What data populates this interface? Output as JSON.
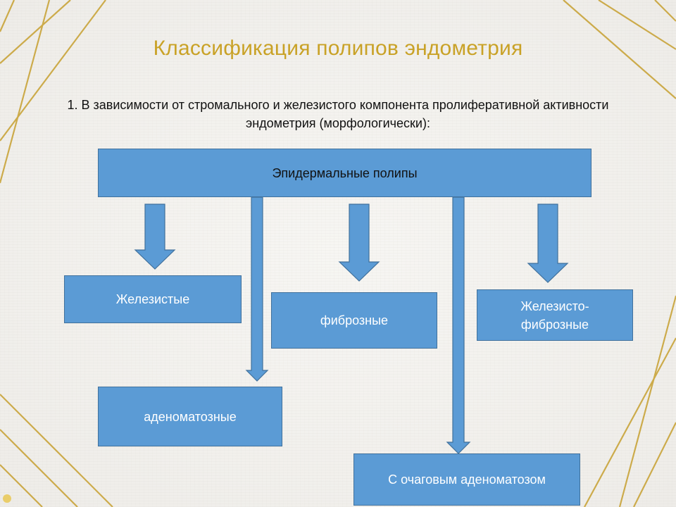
{
  "slide": {
    "title": "Классификация полипов эндометрия",
    "subtitle_line1": "1. В зависимости от стромального и железистого компонента пролиферативной активности",
    "subtitle_line2": "эндометрия (морфологически):"
  },
  "diagram": {
    "root": "Эпидермальные полипы",
    "children": {
      "glandular": "Железистые",
      "fibrous": "фиброзные",
      "glandular_fibrous_line1": "Железисто-",
      "glandular_fibrous_line2": "фиброзные",
      "adenomatous": "аденоматозные",
      "focal_adenomatosis": "С очаговым аденоматозом"
    }
  },
  "colors": {
    "title": "#c9a227",
    "box_fill": "#5b9bd5",
    "box_border": "#41719c",
    "gold_lines": "#c9a43a"
  }
}
